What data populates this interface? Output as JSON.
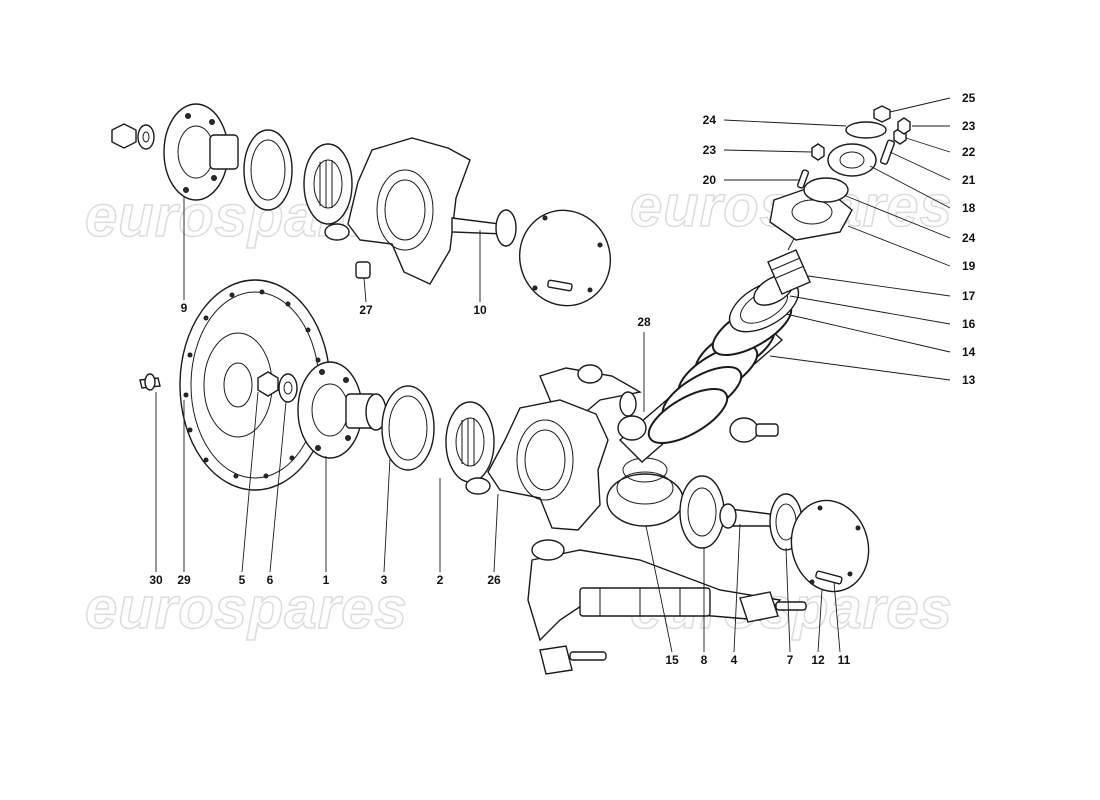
{
  "watermarks": [
    "eurospares",
    "eurospares",
    "eurospares",
    "eurospares"
  ],
  "callouts": [
    "1",
    "2",
    "3",
    "4",
    "5",
    "6",
    "7",
    "8",
    "9",
    "10",
    "11",
    "12",
    "13",
    "14",
    "15",
    "16",
    "17",
    "18",
    "19",
    "20",
    "21",
    "22",
    "23",
    "23",
    "24",
    "24",
    "25",
    "26",
    "27",
    "28",
    "29",
    "30"
  ]
}
